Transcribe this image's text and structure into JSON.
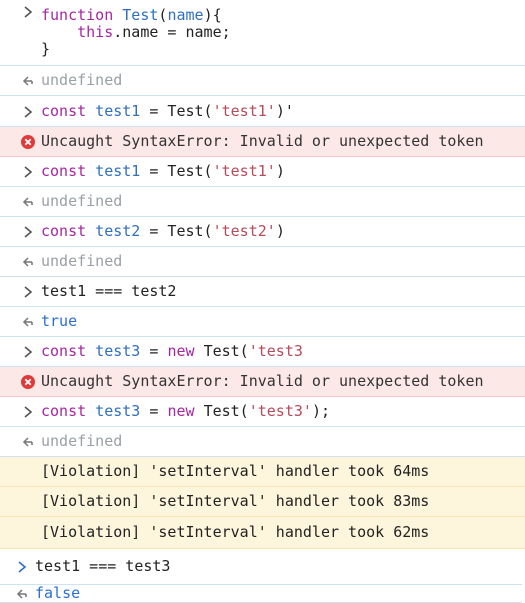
{
  "icons": {
    "input_prompt": "chevron-right-icon",
    "output_result": "return-arrow-icon",
    "error": "error-circle-x-icon"
  },
  "colors": {
    "keyword": "#a626a4",
    "variable": "#2f6fbf",
    "string": "#b84a5a",
    "muted": "#9aa0a6",
    "boolean": "#2a6fd1",
    "error_bg": "#fde8e8",
    "error_icon": "#e03a3a",
    "warning_bg": "#fdf6dc",
    "separator": "#cfe3f1"
  },
  "entries": [
    {
      "kind": "input",
      "lines": [
        [
          {
            "t": "function ",
            "c": "kw"
          },
          {
            "t": "Test",
            "c": "var"
          },
          {
            "t": "(",
            "c": ""
          },
          {
            "t": "name",
            "c": "var"
          },
          {
            "t": "){",
            "c": ""
          }
        ],
        [
          {
            "t": "    ",
            "c": ""
          },
          {
            "t": "this",
            "c": "kw"
          },
          {
            "t": ".name = name;",
            "c": ""
          }
        ],
        [
          {
            "t": "}",
            "c": ""
          }
        ]
      ]
    },
    {
      "kind": "output",
      "lines": [
        [
          {
            "t": "undefined",
            "c": "muted"
          }
        ]
      ]
    },
    {
      "kind": "input",
      "lines": [
        [
          {
            "t": "const ",
            "c": "kw"
          },
          {
            "t": "test1",
            "c": "var"
          },
          {
            "t": " = Test(",
            "c": ""
          },
          {
            "t": "'test1'",
            "c": "str"
          },
          {
            "t": ")'",
            "c": ""
          }
        ]
      ]
    },
    {
      "kind": "error",
      "lines": [
        [
          {
            "t": "Uncaught SyntaxError: Invalid or unexpected token",
            "c": "err-text"
          }
        ]
      ]
    },
    {
      "kind": "input",
      "lines": [
        [
          {
            "t": "const ",
            "c": "kw"
          },
          {
            "t": "test1",
            "c": "var"
          },
          {
            "t": " = Test(",
            "c": ""
          },
          {
            "t": "'test1'",
            "c": "str"
          },
          {
            "t": ")",
            "c": ""
          }
        ]
      ]
    },
    {
      "kind": "output",
      "lines": [
        [
          {
            "t": "undefined",
            "c": "muted"
          }
        ]
      ]
    },
    {
      "kind": "input",
      "lines": [
        [
          {
            "t": "const ",
            "c": "kw"
          },
          {
            "t": "test2",
            "c": "var"
          },
          {
            "t": " = Test(",
            "c": ""
          },
          {
            "t": "'test2'",
            "c": "str"
          },
          {
            "t": ")",
            "c": ""
          }
        ]
      ]
    },
    {
      "kind": "output",
      "lines": [
        [
          {
            "t": "undefined",
            "c": "muted"
          }
        ]
      ]
    },
    {
      "kind": "input",
      "lines": [
        [
          {
            "t": "test1 === test2",
            "c": ""
          }
        ]
      ]
    },
    {
      "kind": "output",
      "lines": [
        [
          {
            "t": "true",
            "c": "bool"
          }
        ]
      ]
    },
    {
      "kind": "input",
      "lines": [
        [
          {
            "t": "const ",
            "c": "kw"
          },
          {
            "t": "test3",
            "c": "var"
          },
          {
            "t": " = ",
            "c": ""
          },
          {
            "t": "new ",
            "c": "kw"
          },
          {
            "t": "Test(",
            "c": ""
          },
          {
            "t": "'test3",
            "c": "str"
          }
        ]
      ]
    },
    {
      "kind": "error",
      "lines": [
        [
          {
            "t": "Uncaught SyntaxError: Invalid or unexpected token",
            "c": "err-text"
          }
        ]
      ]
    },
    {
      "kind": "input",
      "lines": [
        [
          {
            "t": "const ",
            "c": "kw"
          },
          {
            "t": "test3",
            "c": "var"
          },
          {
            "t": " = ",
            "c": ""
          },
          {
            "t": "new ",
            "c": "kw"
          },
          {
            "t": "Test(",
            "c": ""
          },
          {
            "t": "'test3'",
            "c": "str"
          },
          {
            "t": ");",
            "c": ""
          }
        ]
      ]
    },
    {
      "kind": "output",
      "lines": [
        [
          {
            "t": "undefined",
            "c": "muted"
          }
        ]
      ]
    },
    {
      "kind": "warning",
      "lines": [
        [
          {
            "t": "[Violation] 'setInterval' handler took 64ms",
            "c": ""
          }
        ]
      ]
    },
    {
      "kind": "warning",
      "lines": [
        [
          {
            "t": "[Violation] 'setInterval' handler took 83ms",
            "c": ""
          }
        ]
      ]
    },
    {
      "kind": "warning",
      "lines": [
        [
          {
            "t": "[Violation] 'setInterval' handler took 62ms",
            "c": ""
          }
        ]
      ]
    },
    {
      "kind": "input",
      "lines": [
        [
          {
            "t": "test1 === test3",
            "c": ""
          }
        ]
      ]
    },
    {
      "kind": "output",
      "lines": [
        [
          {
            "t": "false",
            "c": "bool"
          }
        ]
      ]
    }
  ]
}
